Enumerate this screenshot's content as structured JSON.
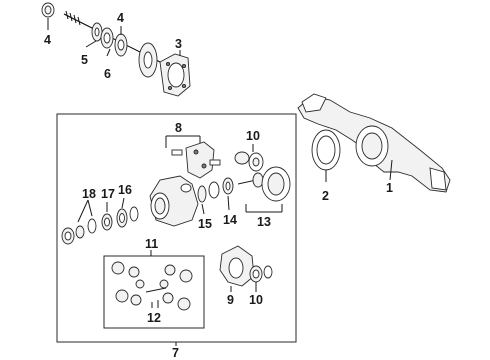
{
  "callouts": {
    "c1": "1",
    "c2": "2",
    "c3": "3",
    "c4a": "4",
    "c4b": "4",
    "c5": "5",
    "c6": "6",
    "c7": "7",
    "c8": "8",
    "c9": "9",
    "c10a": "10",
    "c10b": "10",
    "c11": "11",
    "c12": "12",
    "c13": "13",
    "c14": "14",
    "c15": "15",
    "c16": "16",
    "c17": "17",
    "c18": "18"
  },
  "colors": {
    "line": "#1a1a1a",
    "part_fill": "#f2f2f2",
    "dark": "#7a7a7a"
  }
}
